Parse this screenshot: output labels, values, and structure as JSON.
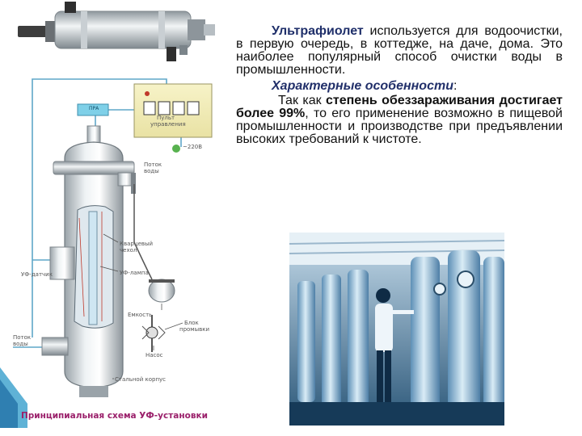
{
  "diagram": {
    "caption": "Принципиальная схема УФ-установки",
    "labels": {
      "pra": "ПРА",
      "console_1": "Пульт",
      "console_2": "управления",
      "voltage": "~220В",
      "water_out_1": "Поток",
      "water_out_2": "воды",
      "quartz_1": "Кварцевый",
      "quartz_2": "чехол",
      "uv_lamp": "УФ-лампа",
      "uv_sensor": "УФ-датчик",
      "tank": "Емкость",
      "flush_1": "Блок",
      "flush_2": "промывки",
      "water_in_1": "Поток",
      "water_in_2": "воды",
      "pump": "Насос",
      "body": "Стальной корпус"
    }
  },
  "text": {
    "p1_term": "Ультрафиолет",
    "p1_rest": " используется для водоочистки, в первую очередь, в коттедже, на даче, дома. Это наиболее популярный способ очистки воды в промышленности.",
    "features_heading": "Характерные особенности",
    "features_colon": ":",
    "p2_start": "Так как ",
    "p2_bold": "степень обеззараживания достигает более 99%",
    "p2_rest": ", то его применение возможно в пищевой промышленности и производстве при предъявлении высоких требований к чистоте."
  },
  "colors": {
    "frame_line": "#5fa7c8",
    "caption": "#9a1f6a",
    "heading": "#22306a",
    "photo_tint": "#1d4f78"
  },
  "icons": {
    "sterilizer_image": "uv-sterilizer-unit",
    "photo": "industrial-uv-plant-photo"
  }
}
